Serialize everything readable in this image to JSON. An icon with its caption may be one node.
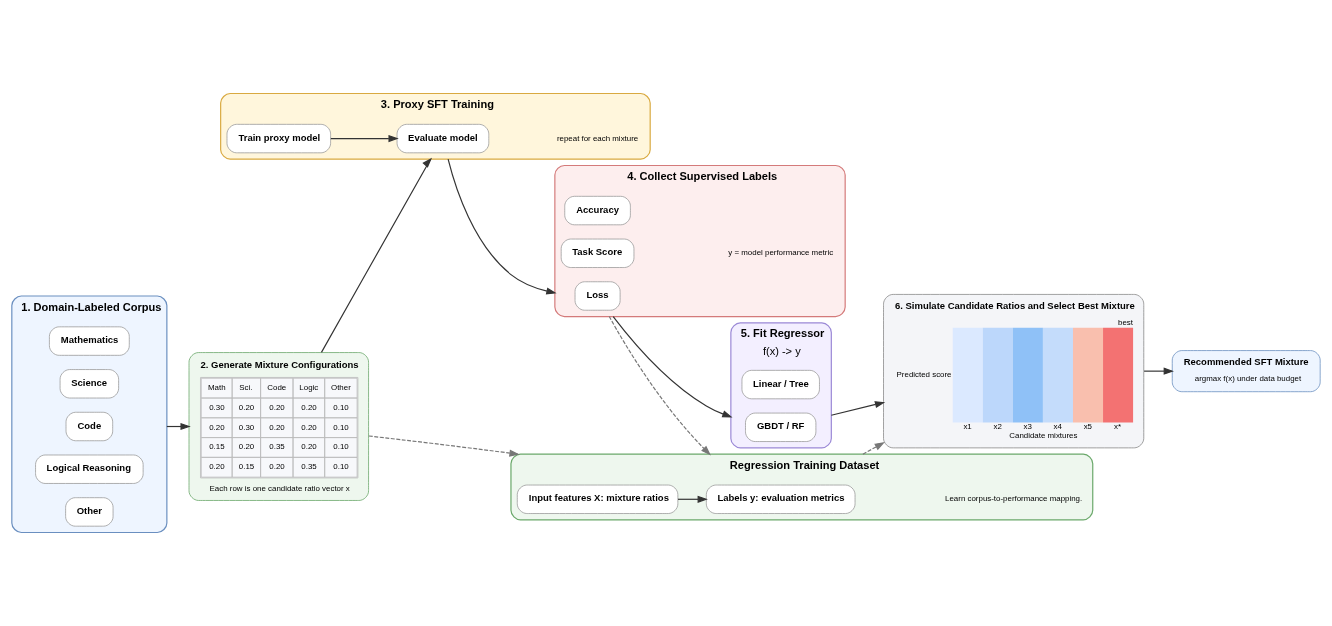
{
  "diagram": {
    "nodes": [
      {
        "text": [
          "1. Domain-Labeled Corpus"
        ]
      },
      {
        "text": [
          "Mathematics"
        ],
        "in": 0
      },
      {
        "text": [
          "Science"
        ],
        "in": 0
      },
      {
        "text": [
          "Code"
        ],
        "in": 0
      },
      {
        "text": [
          "Logical Reasoning"
        ],
        "in": 0
      },
      {
        "text": [
          "Other"
        ],
        "in": 0
      },
      {
        "text": [
          "2. Generate Mixture Configurations",
          "Each row is one candidate ratio vector x"
        ]
      },
      {
        "text": [
          "3. Proxy SFT Training",
          "repeat for each mixture"
        ]
      },
      {
        "text": [
          "Train proxy model"
        ],
        "in": 7
      },
      {
        "text": [
          "Evaluate model"
        ],
        "in": 7
      },
      {
        "text": [
          "4. Collect Supervised Labels",
          "y = model performance metric"
        ]
      },
      {
        "text": [
          "Accuracy"
        ],
        "in": 10
      },
      {
        "text": [
          "Loss"
        ],
        "in": 10
      },
      {
        "text": [
          "Task Score"
        ],
        "in": 10
      },
      {
        "text": [
          "5. Fit Regressor",
          "f(x) -> y"
        ]
      },
      {
        "text": [
          "Linear / Tree"
        ],
        "in": 14
      },
      {
        "text": [
          "GBDT / RF"
        ],
        "in": 14
      },
      {
        "text": [
          "Regression Training Dataset",
          "Learn corpus-to-performance mapping."
        ]
      },
      {
        "text": [
          "Input features X: mixture ratios"
        ],
        "in": 17
      },
      {
        "text": [
          "Labels y: evaluation metrics"
        ],
        "in": 17
      },
      {
        "text": [
          "6. Simulate Candidate Ratios and Select Best Mixture"
        ]
      },
      {
        "text": [
          "Recommended SFT Mixture",
          "argmax f(x) under data budget"
        ]
      }
    ],
    "edges": [
      {
        "from": 0,
        "to": 6,
        "arrow": "to"
      },
      {
        "from": 6,
        "to": 7,
        "arrow": "to"
      },
      {
        "from": 8,
        "to": 9,
        "arrow": "to"
      },
      {
        "from": 7,
        "to": 10,
        "arrow": "to"
      },
      {
        "from": 10,
        "to": 14,
        "arrow": "to"
      },
      {
        "from": 6,
        "to": 17,
        "arrow": "to",
        "style": "dashed",
        "color": "#777777"
      },
      {
        "from": 10,
        "to": 17,
        "arrow": "to",
        "style": "dashed",
        "color": "#777777"
      },
      {
        "from": 14,
        "to": 20,
        "arrow": "to"
      },
      {
        "from": 18,
        "to": 19,
        "arrow": "to"
      },
      {
        "from": 17,
        "to": 20,
        "arrow": "to",
        "style": "dashed",
        "color": "#777777"
      },
      {
        "from": 20,
        "to": 21,
        "arrow": "to"
      }
    ],
    "labels": [
      "Math",
      "Sci.",
      "Code",
      "Logic",
      "Other",
      "0.30",
      "0.20",
      "0.20",
      "0.20",
      "0.10",
      "0.20",
      "0.30",
      "0.20",
      "0.20",
      "0.10",
      "0.15",
      "0.20",
      "0.35",
      "0.20",
      "0.10",
      "0.20",
      "0.15",
      "0.20",
      "0.35",
      "0.10",
      "best",
      "Predicted score",
      "x1",
      "x2",
      "x3",
      "x4",
      "x5",
      "x*",
      "Candidate mixtures"
    ]
  }
}
